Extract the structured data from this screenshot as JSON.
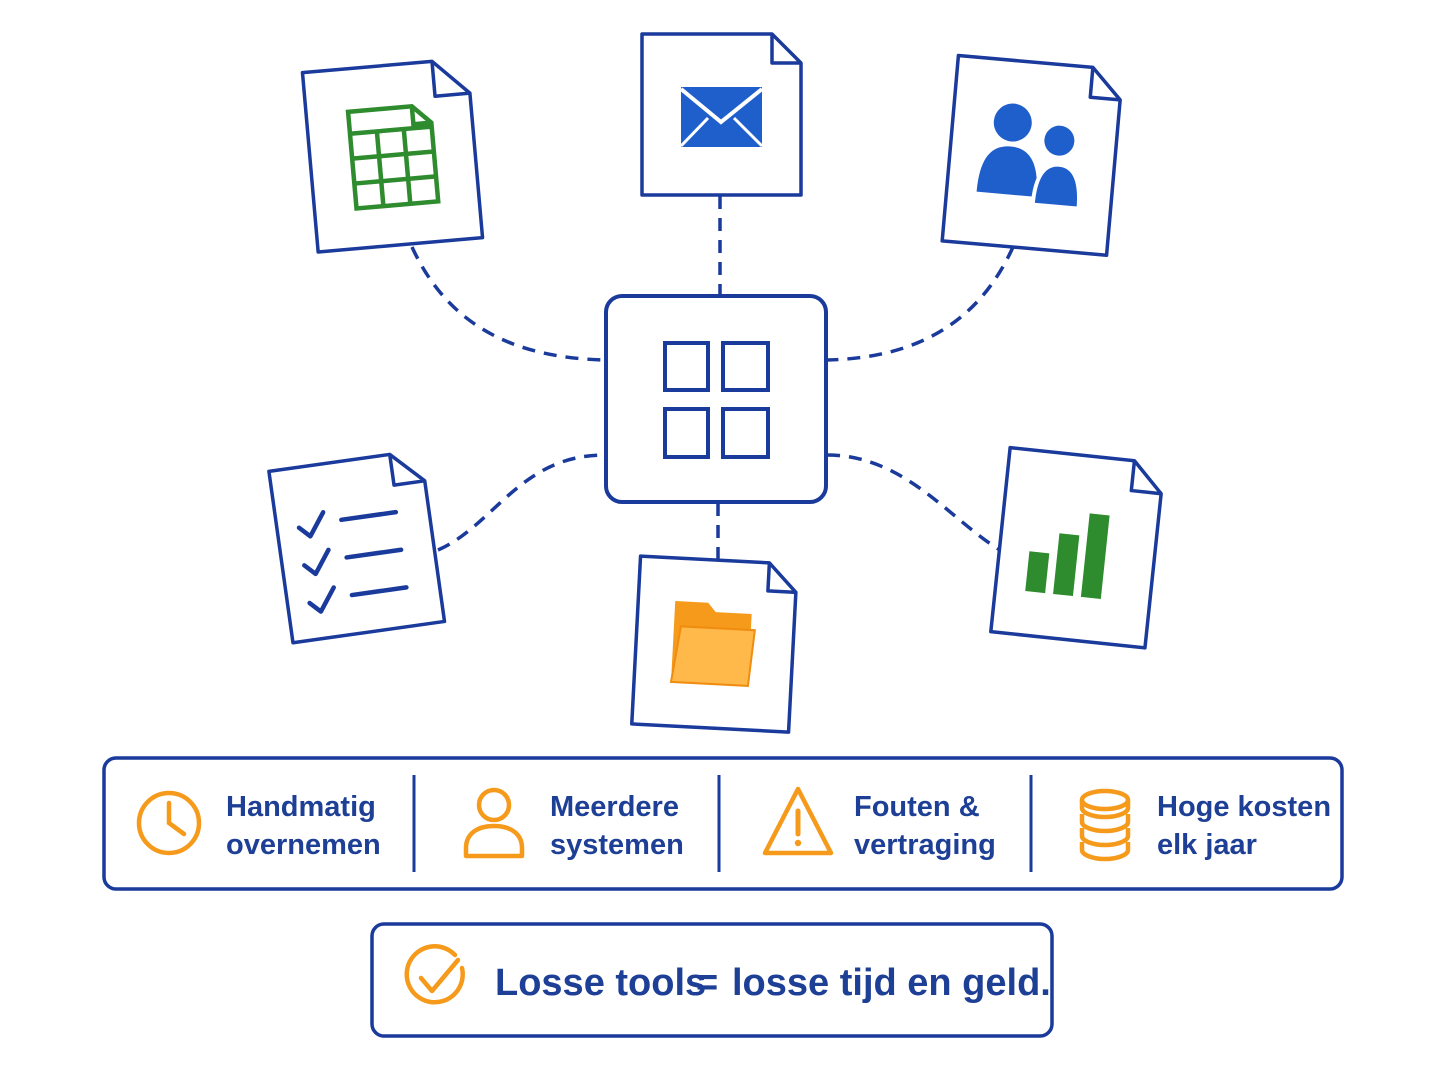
{
  "colors": {
    "navy": "#1a3a9c",
    "blue": "#1f5fcc",
    "green": "#2e8b2e",
    "orange": "#f59a1b",
    "folder": "#ffae2e"
  },
  "hub": {
    "icon": "grid-icon"
  },
  "documents": [
    {
      "icon": "spreadsheet-icon"
    },
    {
      "icon": "mail-icon"
    },
    {
      "icon": "users-icon"
    },
    {
      "icon": "checklist-icon"
    },
    {
      "icon": "folder-icon"
    },
    {
      "icon": "bar-chart-icon"
    }
  ],
  "features": [
    {
      "icon": "clock-icon",
      "line1": "Handmatig",
      "line2": "overnemen"
    },
    {
      "icon": "person-icon",
      "line1": "Meerdere",
      "line2": "systemen"
    },
    {
      "icon": "warning-icon",
      "line1": "Fouten &",
      "line2": "vertraging"
    },
    {
      "icon": "coins-icon",
      "line1": "Hoge kosten",
      "line2": "elk jaar"
    }
  ],
  "tagline": {
    "icon": "check-circle-icon",
    "left": "Losse tools",
    "equals": "=",
    "right": "losse tijd en geld."
  }
}
